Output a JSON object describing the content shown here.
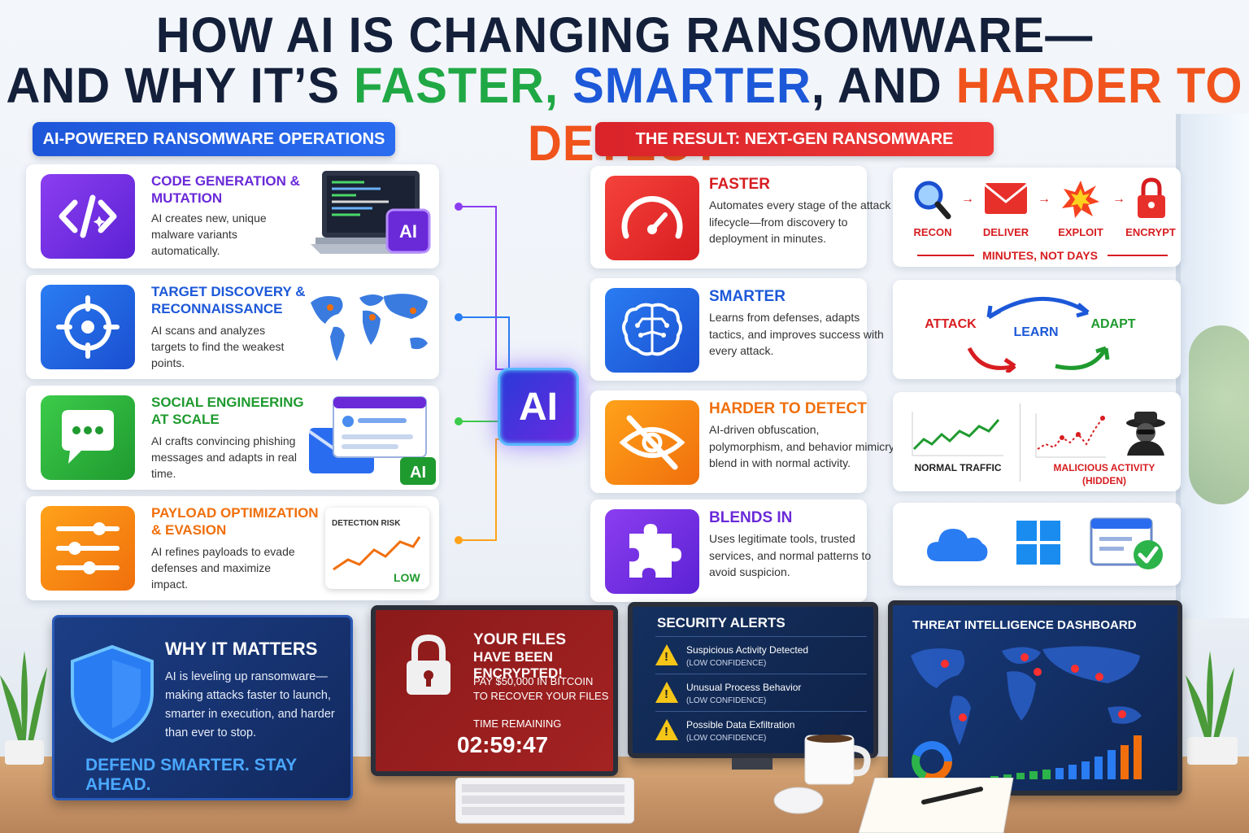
{
  "title": {
    "line1": "HOW AI IS CHANGING RANSOMWARE—",
    "line2_a": "AND WHY IT’S ",
    "line2_faster": "FASTER, ",
    "line2_smarter": "SMARTER",
    "line2_and": ", AND ",
    "line2_harder": "HARDER TO DETECT"
  },
  "left_banner": "AI-POWERED RANSOMWARE OPERATIONS",
  "right_banner": "THE RESULT: NEXT-GEN RANSOMWARE",
  "left_cards": [
    {
      "heading": "CODE GENERATION & MUTATION",
      "desc": "AI creates new, unique malware variants automatically.",
      "color": "#6a2ad8",
      "icon": "code-icon",
      "badge": "AI"
    },
    {
      "heading": "TARGET DISCOVERY & RECONNAISSANCE",
      "desc": "AI scans and analyzes targets to find the weakest points.",
      "color": "#1c58d8",
      "icon": "crosshair-icon"
    },
    {
      "heading": "SOCIAL ENGINEERING AT SCALE",
      "desc": "AI crafts convincing phishing messages and adapts in real time.",
      "color": "#1f9a2f",
      "icon": "chat-icon",
      "badge": "AI"
    },
    {
      "heading": "PAYLOAD OPTIMIZATION & EVASION",
      "desc": "AI refines payloads to evade defenses and maximize impact.",
      "color": "#f06f0c",
      "icon": "sliders-icon",
      "chart_title": "DETECTION RISK",
      "chart_label": "LOW"
    }
  ],
  "ai_chip": "AI",
  "right_cards": [
    {
      "heading": "FASTER",
      "desc": "Automates every stage of the attack lifecycle—from discovery to deployment in minutes.",
      "color": "#d71d20",
      "icon": "speedometer-icon"
    },
    {
      "heading": "SMARTER",
      "desc": "Learns from defenses, adapts tactics, and improves success with every attack.",
      "color": "#1c58d8",
      "icon": "brain-icon"
    },
    {
      "heading": "HARDER TO DETECT",
      "desc": "AI-driven obfuscation, polymorphism, and behavior mimicry blend in with normal activity.",
      "color": "#f06f0c",
      "icon": "eye-off-icon"
    },
    {
      "heading": "BLENDS IN",
      "desc": "Uses legitimate tools, trusted services, and normal patterns to avoid suspicion.",
      "color": "#6a2ad8",
      "icon": "puzzle-icon"
    }
  ],
  "faster_panel": {
    "steps": [
      "RECON",
      "DELIVER",
      "EXPLOIT",
      "ENCRYPT"
    ],
    "caption": "MINUTES, NOT DAYS"
  },
  "smarter_panel": {
    "attack": "ATTACK",
    "learn": "LEARN",
    "adapt": "ADAPT"
  },
  "detect_panel": {
    "normal": "NORMAL TRAFFIC",
    "malicious": "MALICIOUS ACTIVITY",
    "hidden": "(HIDDEN)"
  },
  "why": {
    "heading": "WHY IT MATTERS",
    "body": "AI is leveling up ransomware—making attacks faster to launch, smarter in execution, and harder than ever to stop.",
    "tagline": "DEFEND SMARTER. STAY AHEAD."
  },
  "ransom": {
    "line1": "YOUR FILES",
    "line2": "HAVE BEEN ENCRYPTED!",
    "pay1": "PAY $50,000 IN BITCOIN",
    "pay2": "TO RECOVER YOUR FILES",
    "time_label": "TIME REMAINING",
    "time": "02:59:47"
  },
  "alerts": {
    "title": "SECURITY ALERTS",
    "items": [
      {
        "text": "Suspicious Activity Detected",
        "conf": "(LOW CONFIDENCE)"
      },
      {
        "text": "Unusual Process Behavior",
        "conf": "(LOW CONFIDENCE)"
      },
      {
        "text": "Possible Data Exfiltration",
        "conf": "(LOW CONFIDENCE)"
      }
    ]
  },
  "dashboard": {
    "title": "THREAT INTELLIGENCE DASHBOARD"
  }
}
